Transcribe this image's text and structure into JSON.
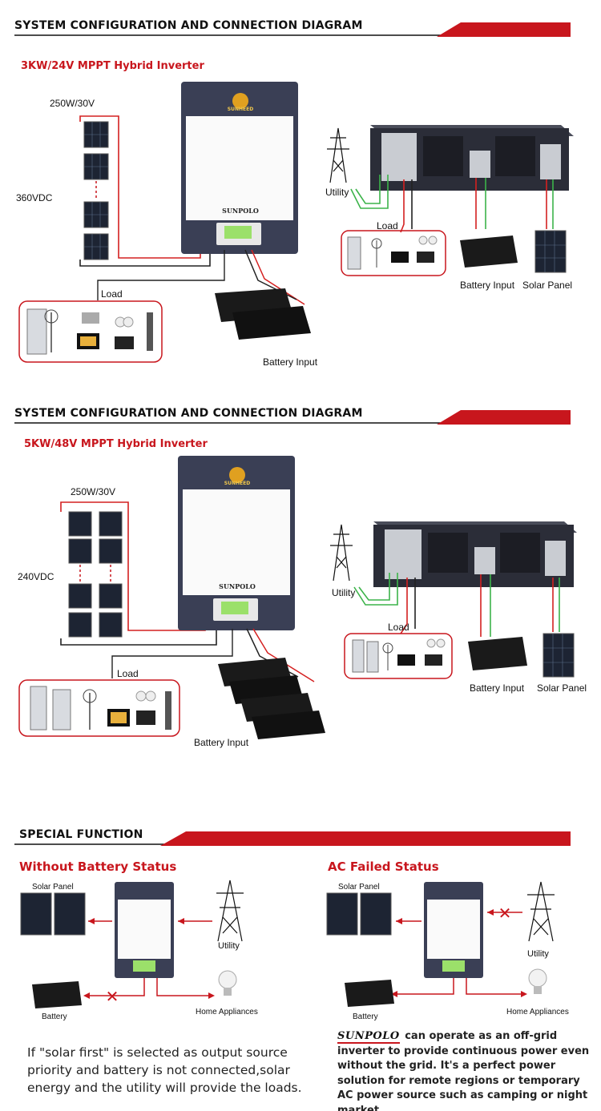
{
  "sections": [
    {
      "header": "SYSTEM CONFIGURATION AND CONNECTION DIAGRAM",
      "model": "3KW/24V MPPT Hybrid  Inverter",
      "panel_label": "250W/30V",
      "voltage_label": "360VDC",
      "load_left": "Load",
      "battery_left": "Battery Input",
      "utility": "Utility",
      "load_right": "Load",
      "battery_right": "Battery Input",
      "solar_right": "Solar Panel"
    },
    {
      "header": "SYSTEM CONFIGURATION AND CONNECTION DIAGRAM",
      "model": "5KW/48V MPPT Hybrid  Inverter",
      "panel_label": "250W/30V",
      "voltage_label": "240VDC",
      "load_left": "Load",
      "battery_left": "Battery Input",
      "utility": "Utility",
      "load_right": "Load",
      "battery_right": "Battery Input",
      "solar_right": "Solar Panel"
    }
  ],
  "special": {
    "header": "SPECIAL FUNCTION",
    "left": {
      "title": "Without Battery Status",
      "solar": "Solar Panel",
      "utility": "Utility",
      "battery": "Battery",
      "home": "Home Appliances",
      "note": [
        "If \"solar first\" is selected as output  source",
        "priority and battery is not connected,solar",
        "energy and the utility will provide the loads."
      ]
    },
    "right": {
      "title": "AC Failed  Status",
      "solar": "Solar Panel",
      "utility": "Utility",
      "battery": "Battery",
      "home": "Home Appliances",
      "brand": "SUNPOLO",
      "note": "can operate as an off-grid inverter to provide continuous power even without the grid. It's a perfect power solution for remote regions or temporary AC power source such as camping or night market."
    }
  },
  "inverter_logo": "SUNHEED",
  "inverter_brand": "SUNPOLO",
  "colors": {
    "accent": "#c8161d",
    "wire_red": "#d42020",
    "wire_green": "#3cb34a",
    "wire_black": "#222222",
    "inverter_dark": "#3a3f55"
  }
}
